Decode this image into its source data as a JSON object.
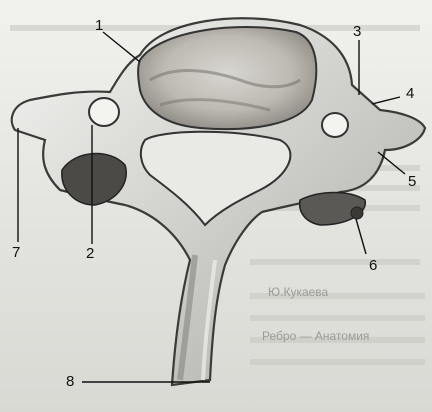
{
  "figure": {
    "labels": [
      "1",
      "2",
      "3",
      "4",
      "5",
      "6",
      "7",
      "8"
    ],
    "background_text": [
      "Ю.Кукаева",
      "Ребро — Анатомия"
    ]
  }
}
